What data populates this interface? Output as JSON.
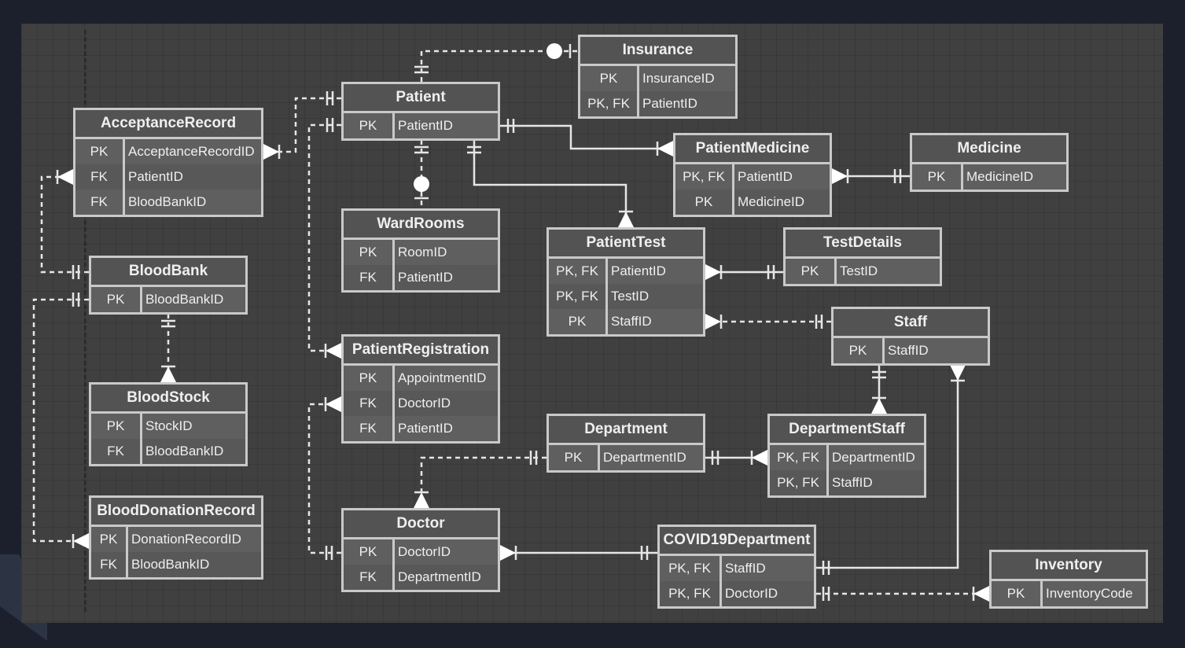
{
  "diagram": {
    "type": "entity-relationship",
    "entities": [
      {
        "id": "AcceptanceRecord",
        "title": "AcceptanceRecord",
        "rows": [
          {
            "key": "PK",
            "field": "AcceptanceRecordID"
          },
          {
            "key": "FK",
            "field": "PatientID"
          },
          {
            "key": "FK",
            "field": "BloodBankID"
          }
        ]
      },
      {
        "id": "Patient",
        "title": "Patient",
        "rows": [
          {
            "key": "PK",
            "field": "PatientID"
          }
        ]
      },
      {
        "id": "Insurance",
        "title": "Insurance",
        "rows": [
          {
            "key": "PK",
            "field": "InsuranceID"
          },
          {
            "key": "PK, FK",
            "field": "PatientID"
          }
        ]
      },
      {
        "id": "PatientMedicine",
        "title": "PatientMedicine",
        "rows": [
          {
            "key": "PK, FK",
            "field": "PatientID"
          },
          {
            "key": "PK",
            "field": "MedicineID"
          }
        ]
      },
      {
        "id": "Medicine",
        "title": "Medicine",
        "rows": [
          {
            "key": "PK",
            "field": "MedicineID"
          }
        ]
      },
      {
        "id": "WardRooms",
        "title": "WardRooms",
        "rows": [
          {
            "key": "PK",
            "field": "RoomID"
          },
          {
            "key": "FK",
            "field": "PatientID"
          }
        ]
      },
      {
        "id": "PatientTest",
        "title": "PatientTest",
        "rows": [
          {
            "key": "PK, FK",
            "field": "PatientID"
          },
          {
            "key": "PK, FK",
            "field": "TestID"
          },
          {
            "key": "PK",
            "field": "StaffID"
          }
        ]
      },
      {
        "id": "TestDetails",
        "title": "TestDetails",
        "rows": [
          {
            "key": "PK",
            "field": "TestID"
          }
        ]
      },
      {
        "id": "BloodBank",
        "title": "BloodBank",
        "rows": [
          {
            "key": "PK",
            "field": "BloodBankID"
          }
        ]
      },
      {
        "id": "Staff",
        "title": "Staff",
        "rows": [
          {
            "key": "PK",
            "field": "StaffID"
          }
        ]
      },
      {
        "id": "PatientRegistration",
        "title": "PatientRegistration",
        "rows": [
          {
            "key": "PK",
            "field": "AppointmentID"
          },
          {
            "key": "FK",
            "field": "DoctorID"
          },
          {
            "key": "FK",
            "field": "PatientID"
          }
        ]
      },
      {
        "id": "BloodStock",
        "title": "BloodStock",
        "rows": [
          {
            "key": "PK",
            "field": "StockID"
          },
          {
            "key": "FK",
            "field": "BloodBankID"
          }
        ]
      },
      {
        "id": "Department",
        "title": "Department",
        "rows": [
          {
            "key": "PK",
            "field": "DepartmentID"
          }
        ]
      },
      {
        "id": "DepartmentStaff",
        "title": "DepartmentStaff",
        "rows": [
          {
            "key": "PK, FK",
            "field": "DepartmentID"
          },
          {
            "key": "PK, FK",
            "field": "StaffID"
          }
        ]
      },
      {
        "id": "BloodDonationRecord",
        "title": "BloodDonationRecord",
        "rows": [
          {
            "key": "PK",
            "field": "DonationRecordID"
          },
          {
            "key": "FK",
            "field": "BloodBankID"
          }
        ]
      },
      {
        "id": "Doctor",
        "title": "Doctor",
        "rows": [
          {
            "key": "PK",
            "field": "DoctorID"
          },
          {
            "key": "FK",
            "field": "DepartmentID"
          }
        ]
      },
      {
        "id": "COVID19Department",
        "title": "COVID19Department",
        "rows": [
          {
            "key": "PK, FK",
            "field": "StaffID"
          },
          {
            "key": "PK, FK",
            "field": "DoctorID"
          }
        ]
      },
      {
        "id": "Inventory",
        "title": "Inventory",
        "rows": [
          {
            "key": "PK",
            "field": "InventoryCode"
          }
        ]
      }
    ],
    "relationships": [
      {
        "from": "Patient",
        "to": "Insurance",
        "from_card": "one-and-only-one",
        "to_card": "zero-or-one",
        "style": "dashed"
      },
      {
        "from": "Patient",
        "to": "AcceptanceRecord",
        "from_card": "one-and-only-one",
        "to_card": "one-or-many",
        "style": "dashed"
      },
      {
        "from": "Patient",
        "to": "PatientRegistration",
        "from_card": "one-and-only-one",
        "to_card": "one-or-many",
        "style": "dashed"
      },
      {
        "from": "Patient",
        "to": "PatientMedicine",
        "from_card": "one-and-only-one",
        "to_card": "one-or-many",
        "style": "solid"
      },
      {
        "from": "Patient",
        "to": "WardRooms",
        "from_card": "one-and-only-one",
        "to_card": "zero-or-one",
        "style": "dashed"
      },
      {
        "from": "Patient",
        "to": "PatientTest",
        "from_card": "one-and-only-one",
        "to_card": "one-or-many",
        "style": "solid"
      },
      {
        "from": "Medicine",
        "to": "PatientMedicine",
        "from_card": "one-and-only-one",
        "to_card": "one-or-many",
        "style": "solid"
      },
      {
        "from": "TestDetails",
        "to": "PatientTest",
        "from_card": "one-and-only-one",
        "to_card": "one-or-many",
        "style": "solid"
      },
      {
        "from": "Staff",
        "to": "PatientTest",
        "from_card": "one-and-only-one",
        "to_card": "one-or-many",
        "style": "dashed"
      },
      {
        "from": "BloodBank",
        "to": "AcceptanceRecord",
        "from_card": "one-and-only-one",
        "to_card": "one-or-many",
        "style": "dashed"
      },
      {
        "from": "BloodBank",
        "to": "BloodStock",
        "from_card": "one-and-only-one",
        "to_card": "one-or-many",
        "style": "dashed"
      },
      {
        "from": "BloodBank",
        "to": "BloodDonationRecord",
        "from_card": "one-and-only-one",
        "to_card": "one-or-many",
        "style": "dashed"
      },
      {
        "from": "Staff",
        "to": "DepartmentStaff",
        "from_card": "one-and-only-one",
        "to_card": "one-or-many",
        "style": "solid"
      },
      {
        "from": "Department",
        "to": "DepartmentStaff",
        "from_card": "one-and-only-one",
        "to_card": "one-or-many",
        "style": "solid"
      },
      {
        "from": "Department",
        "to": "Doctor",
        "from_card": "one-and-only-one",
        "to_card": "one-or-many",
        "style": "dashed"
      },
      {
        "from": "Doctor",
        "to": "PatientRegistration",
        "from_card": "one-and-only-one",
        "to_card": "one-or-many",
        "style": "dashed"
      },
      {
        "from": "COVID19Department",
        "to": "Doctor",
        "from_card": "one-and-only-one",
        "to_card": "one-or-many",
        "style": "solid"
      },
      {
        "from": "COVID19Department",
        "to": "Staff",
        "from_card": "one-and-only-one",
        "to_card": "one-or-many",
        "style": "solid"
      },
      {
        "from": "COVID19Department",
        "to": "Inventory",
        "from_card": "one-and-only-one",
        "to_card": "one-or-many",
        "style": "dashed"
      }
    ]
  }
}
